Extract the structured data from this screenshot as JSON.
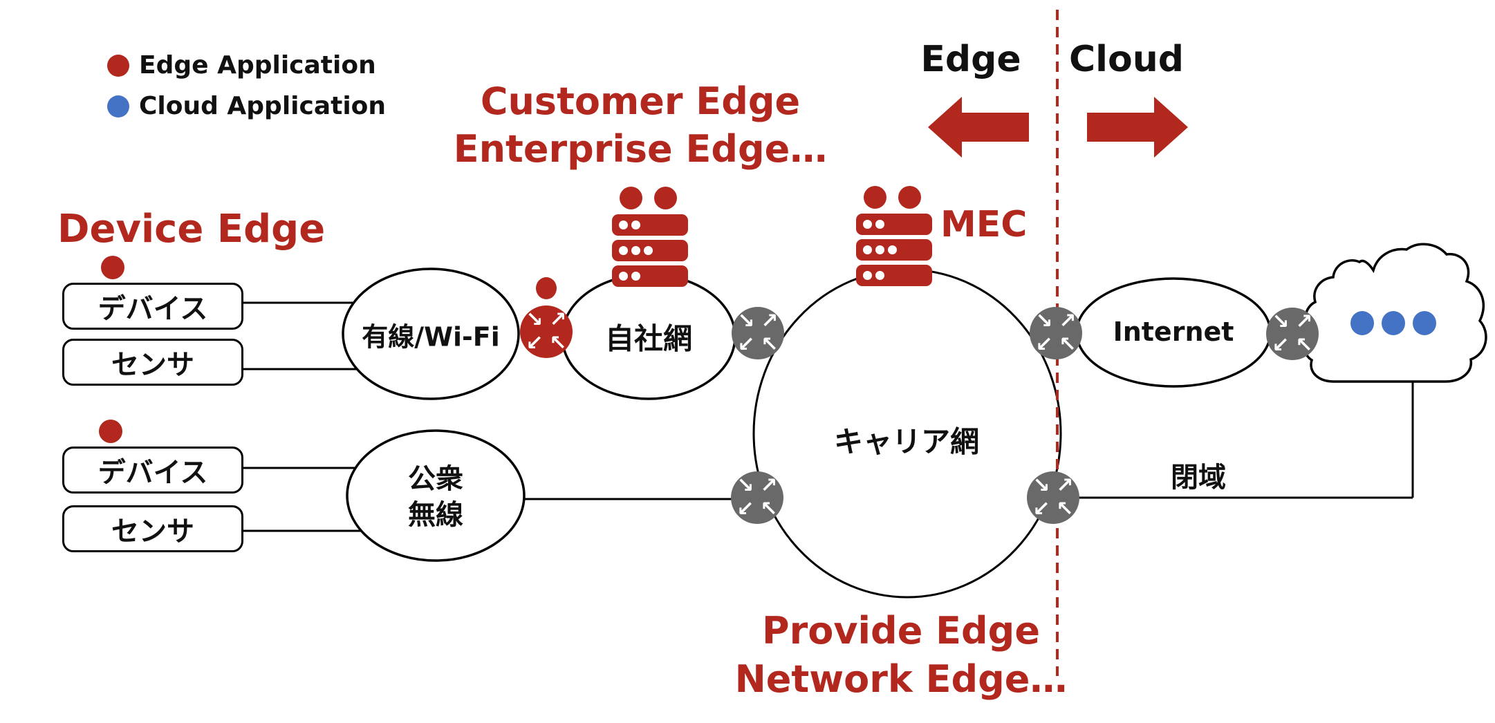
{
  "colors": {
    "accent_red": "#B2281E",
    "router_gray": "#696969",
    "app_blue": "#4472C4",
    "outline_black": "#000000"
  },
  "legend": {
    "edge_app": "Edge Application",
    "cloud_app": "Cloud Application"
  },
  "zones": {
    "edge": "Edge",
    "cloud": "Cloud"
  },
  "annotations": {
    "device_edge": "Device Edge",
    "customer_edge_line1": "Customer Edge",
    "customer_edge_line2": "Enterprise Edge…",
    "provider_edge_line1": "Provide Edge",
    "provider_edge_line2": "Network Edge…",
    "mec": "MEC",
    "closed_domain": "閉域"
  },
  "device_groups": [
    {
      "device": "デバイス",
      "sensor": "センサ"
    },
    {
      "device": "デバイス",
      "sensor": "センサ"
    }
  ],
  "networks": {
    "wired_wifi": "有線/Wi-Fi",
    "enterprise": "自社網",
    "public_wireless_line1": "公衆",
    "public_wireless_line2": "無線",
    "carrier": "キャリア網",
    "internet": "Internet"
  },
  "icons": {
    "router_arrows": [
      "↘",
      "↗",
      "↙",
      "↖"
    ]
  }
}
